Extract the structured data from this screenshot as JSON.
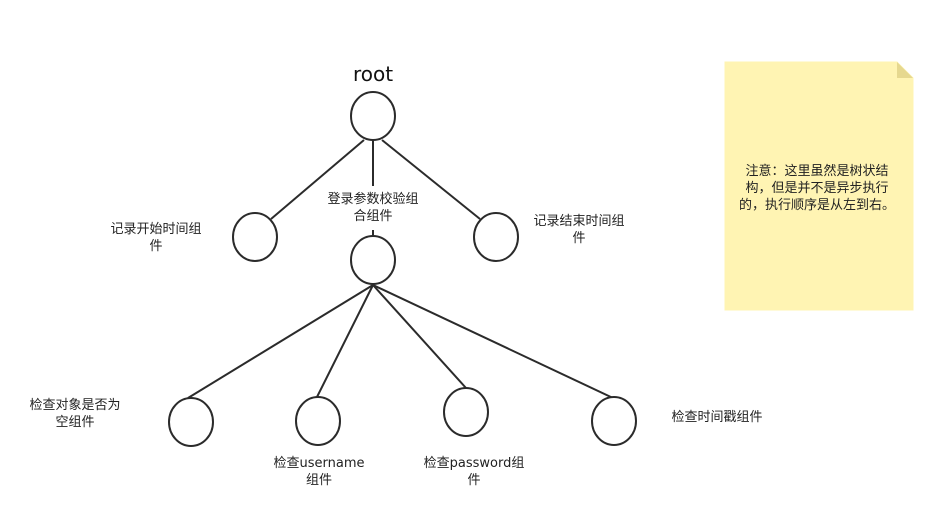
{
  "colors": {
    "stroke": "#2b2b2b",
    "note_fill": "#fff4b3",
    "note_fold": "#e6d88f"
  },
  "nodes": {
    "root": "root",
    "record_start": "记录开始时间组\n件",
    "param_check": "登录参数校验组\n合组件",
    "record_end": "记录结束时间组\n件",
    "check_empty": "检查对象是否为\n空组件",
    "check_username": "检查username\n组件",
    "check_password": "检查password组\n件",
    "check_timestamp": "检查时间戳组件"
  },
  "note": {
    "text": "注意：这里虽然是树状结\n构，但是并不是异步执行\n的，执行顺序是从左到右。"
  }
}
